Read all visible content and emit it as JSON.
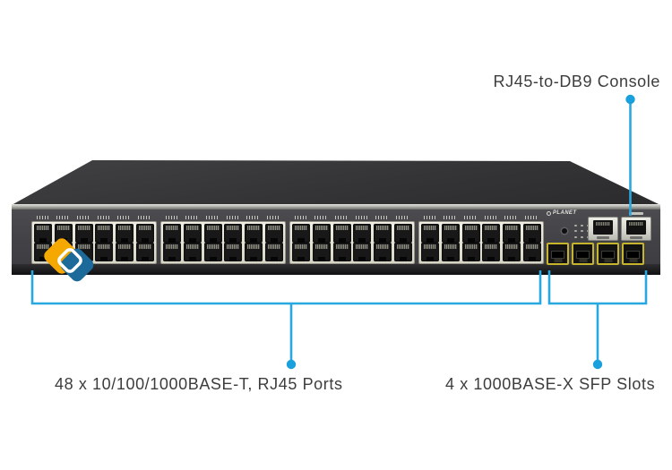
{
  "annotations": {
    "console_label": "RJ45-to-DB9 Console",
    "rj45_ports_label": "48 x 10/100/1000BASE-T, RJ45 Ports",
    "sfp_slots_label": "4 x 1000BASE-X SFP Slots",
    "callout_color": "#29a8e0",
    "callout_dot_color": "#1aa0dc"
  },
  "device": {
    "brand": "PLANET",
    "rj45_port_groups": 4,
    "ports_per_group": 12,
    "port_columns_per_group": 6,
    "port_rows": 2,
    "total_rj45_ports": 48,
    "sfp_slot_count": 4,
    "management_rj45_count": 2,
    "led_indicator_count": 9,
    "sfp_bezel_color": "#c6b42c",
    "chassis_color": "#3a3a3e",
    "port_panel_color": "#e6e4d6"
  },
  "watermark": {
    "yellow": "#F5A800",
    "blue": "#1b6a99",
    "ring": "#ffffff"
  }
}
